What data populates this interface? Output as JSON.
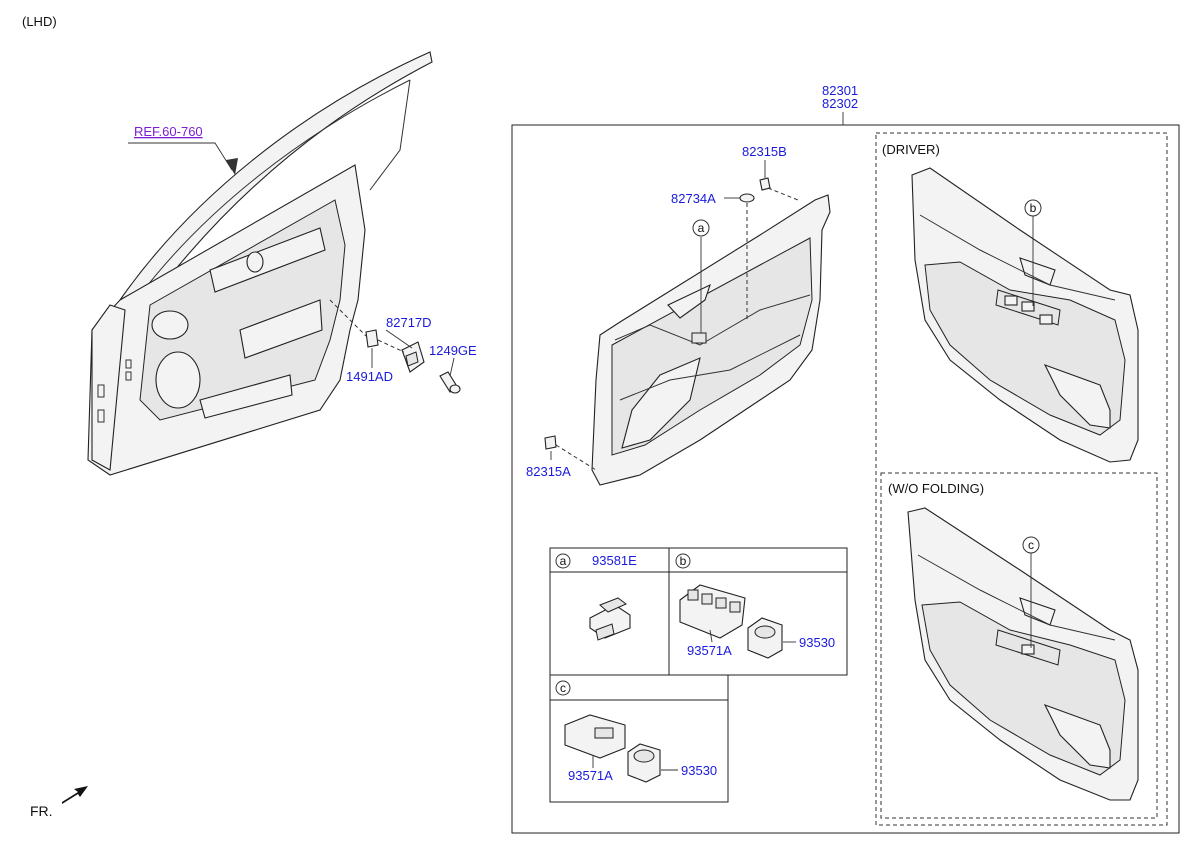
{
  "header": {
    "variant": "(LHD)"
  },
  "door_frame": {
    "ref_label": "REF.60-760"
  },
  "hardware": {
    "label_82717D": "82717D",
    "label_1249GE": "1249GE",
    "label_1491AD": "1491AD"
  },
  "trim_assembly": {
    "part_top": "82301",
    "part_bottom": "82302",
    "label_82315B": "82315B",
    "label_82734A": "82734A",
    "label_82315A": "82315A",
    "callout_a": "a"
  },
  "driver_panel": {
    "title": "(DRIVER)",
    "callout_b": "b"
  },
  "wo_folding_panel": {
    "title": "(W/O FOLDING)",
    "callout_c": "c"
  },
  "detail_table": {
    "a": {
      "letter": "a",
      "part": "93581E"
    },
    "b": {
      "letter": "b",
      "part_main": "93571A",
      "part_aux": "93530"
    },
    "c": {
      "letter": "c",
      "part_main": "93571A",
      "part_aux": "93530"
    }
  },
  "footer": {
    "direction": "FR."
  }
}
